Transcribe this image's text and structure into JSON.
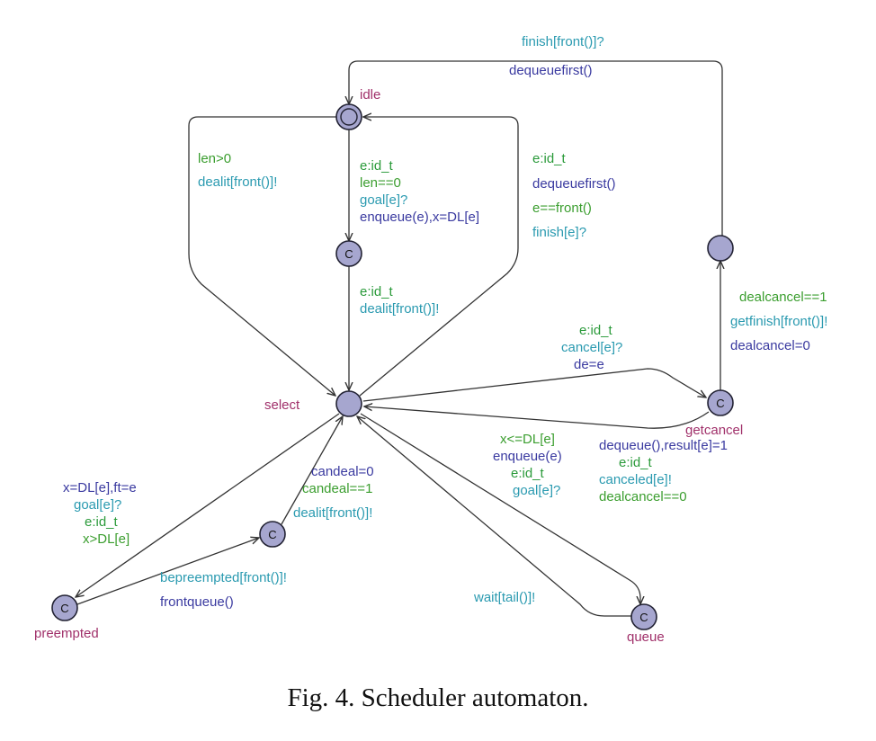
{
  "colors": {
    "location_name": "#a0306a",
    "select": "#2a9a3a",
    "guard": "#3b9e2f",
    "sync": "#2a9ab0",
    "assignment": "#3a3aa0",
    "state_fill": "#a6a6cf"
  },
  "locations": {
    "idle": "idle",
    "select": "select",
    "getcancel": "getcancel",
    "preempted": "preempted",
    "queue": "queue",
    "committed_mark": "C"
  },
  "edges": {
    "getfinish_to_idle": {
      "sync": "finish[front()]?",
      "assign": "dequeuefirst()"
    },
    "idle_to_select_left": {
      "guard": "len>0",
      "sync": "dealit[front()]!"
    },
    "idle_to_c1": {
      "select": "e:id_t",
      "guard": "len==0",
      "sync": "goal[e]?",
      "assign": "enqueue(e),x=DL[e]"
    },
    "c1_to_select": {
      "select": "e:id_t",
      "sync": "dealit[front()]!"
    },
    "select_to_idle": {
      "select": "e:id_t",
      "assign": "dequeuefirst()",
      "guard": "e==front()",
      "sync": "finish[e]?"
    },
    "getcancel_to_getfinish": {
      "guard": "dealcancel==1",
      "sync": "getfinish[front()]!",
      "assign": "dealcancel=0"
    },
    "select_to_getcancel": {
      "select": "e:id_t",
      "sync": "cancel[e]?",
      "assign": "de=e"
    },
    "getcancel_to_select": {
      "assign": "dequeue(),result[e]=1",
      "select": "e:id_t",
      "sync": "canceled[e]!",
      "guard": "dealcancel==0"
    },
    "select_to_queue": {
      "guard": "x<=DL[e]",
      "assign": "enqueue(e)",
      "select": "e:id_t",
      "sync": "goal[e]?"
    },
    "queue_to_select": {
      "sync": "wait[tail()]!"
    },
    "select_to_preempted": {
      "assign": "x=DL[e],ft=e",
      "sync": "goal[e]?",
      "select": "e:id_t",
      "guard": "x>DL[e]"
    },
    "c2_to_select": {
      "assign": "candeal=0",
      "guard": "candeal==1",
      "sync": "dealit[front()]!"
    },
    "preempted_to_c2": {
      "sync": "bepreempted[front()]!",
      "assign": "frontqueue()"
    }
  },
  "caption": "Fig. 4.   Scheduler automaton."
}
